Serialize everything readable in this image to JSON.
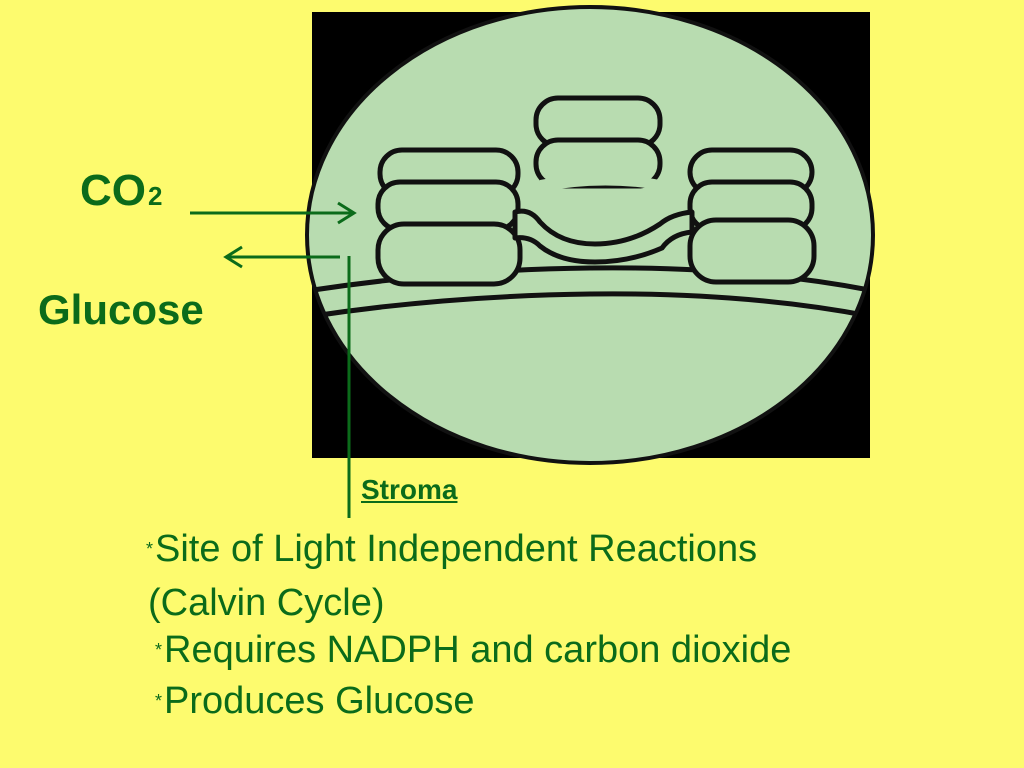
{
  "labels": {
    "co2_main": "CO",
    "co2_sub": "2",
    "glucose": "Glucose",
    "stroma": "Stroma"
  },
  "bullets": {
    "marker": "*",
    "line1": "Site of Light Independent Reactions",
    "line1_cont": "(Calvin Cycle)",
    "line2": "Requires NADPH and carbon dioxide",
    "line3": "Produces Glucose"
  },
  "colors": {
    "background": "#fdfb6e",
    "text_green": "#0b6b1a",
    "chloroplast_fill": "#b8dcb0",
    "image_background": "#000000",
    "outline": "#111111"
  },
  "icons": {
    "chloroplast": "chloroplast-icon",
    "arrow_in": "arrow-right-icon",
    "arrow_out": "arrow-left-icon"
  }
}
